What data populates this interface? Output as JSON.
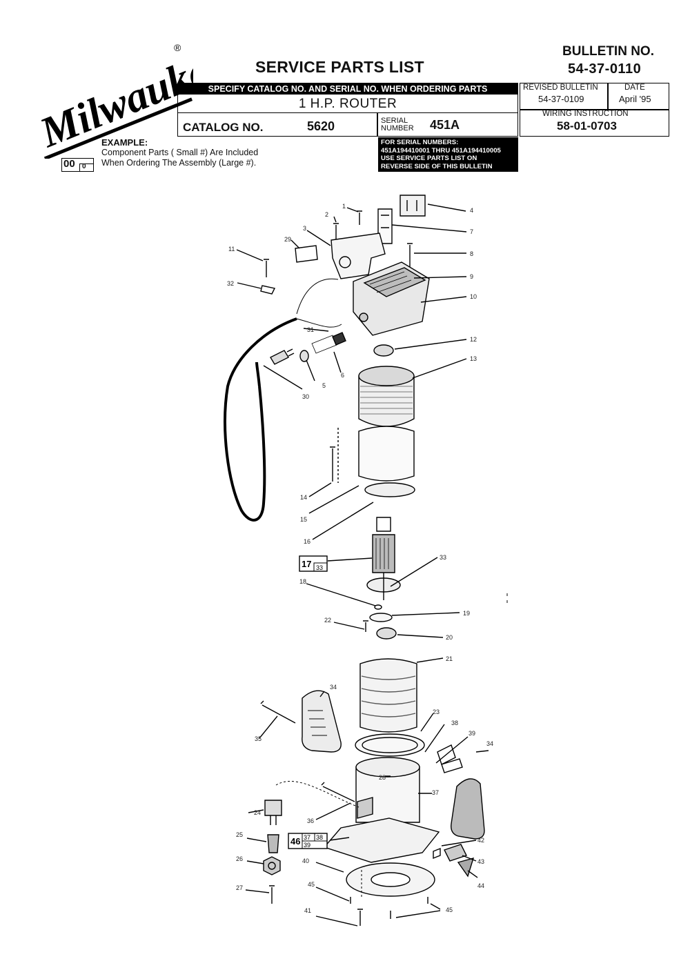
{
  "header": {
    "brand": "Milwaukee",
    "registered_mark": "®",
    "title": "SERVICE PARTS LIST",
    "bulletin_label": "BULLETIN NO.",
    "bulletin_no": "54-37-0110",
    "specify_note": "SPECIFY CATALOG NO. AND SERIAL NO. WHEN ORDERING PARTS",
    "product": "1 H.P. ROUTER",
    "catalog_label": "CATALOG NO.",
    "catalog_no": "5620",
    "serial_label_1": "SERIAL",
    "serial_label_2": "NUMBER",
    "serial_no": "451A",
    "revised_label": "REVISED BULLETIN",
    "revised_no": "54-37-0109",
    "date_label": "DATE",
    "date_value": "April '95",
    "wiring_label": "WIRING INSTRUCTION",
    "wiring_no": "58-01-0703",
    "serials_note": [
      "FOR SERIAL NUMBERS:",
      "451A194410001 THRU 451A194410005",
      "USE SERVICE PARTS LIST ON",
      "REVERSE SIDE OF THIS BULLETIN"
    ]
  },
  "example": {
    "label": "EXAMPLE:",
    "line1": "Component Parts ( Small #) Are Included",
    "line2": "When Ordering The Assembly (Large #).",
    "big": "00",
    "small": "0"
  },
  "diagram": {
    "part_numbers": [
      "1",
      "2",
      "3",
      "4",
      "5",
      "6",
      "7",
      "8",
      "9",
      "10",
      "11",
      "12",
      "13",
      "14",
      "15",
      "16",
      "18",
      "19",
      "20",
      "21",
      "22",
      "23",
      "24",
      "25",
      "26",
      "27",
      "28",
      "29",
      "30",
      "31",
      "32",
      "33",
      "34",
      "34",
      "35",
      "36",
      "37",
      "38",
      "39",
      "40",
      "41",
      "42",
      "43",
      "44",
      "45",
      "45"
    ],
    "assembly_17": {
      "big": "17",
      "smalls": [
        "33"
      ]
    },
    "assembly_46": {
      "big": "46",
      "smalls": [
        "37",
        "38",
        "39"
      ]
    }
  }
}
